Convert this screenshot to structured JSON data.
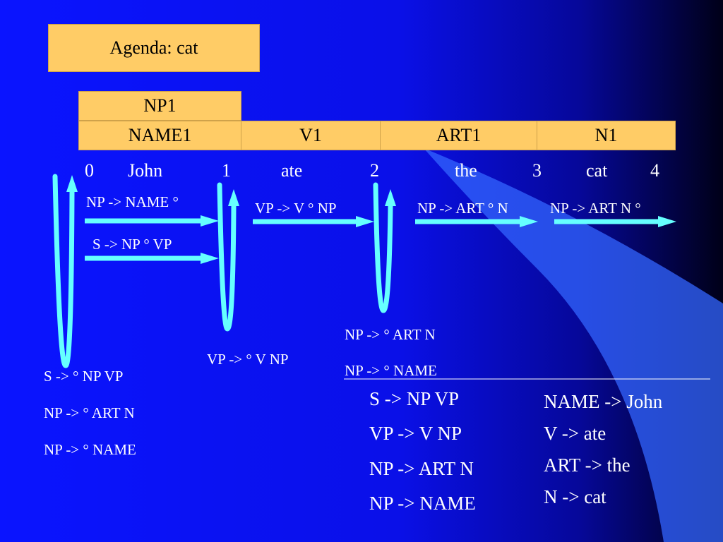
{
  "agenda": {
    "label": "Agenda: cat"
  },
  "chart": {
    "row_top": [
      "NP1"
    ],
    "row_bottom": [
      "NAME1",
      "V1",
      "ART1",
      "N1"
    ]
  },
  "positions": [
    "0",
    "1",
    "2",
    "3",
    "4"
  ],
  "words": [
    "John",
    "ate",
    "the",
    "cat"
  ],
  "arc_labels": {
    "np_name_done": "NP -> NAME °",
    "s_np_vp": "S -> NP ° VP",
    "vp_v_np": "VP -> V ° NP",
    "np_art_n": "NP -> ART ° N",
    "np_art_n_done": "NP -> ART N °"
  },
  "loop_labels": {
    "pos0": [
      "S -> ° NP VP",
      "NP -> ° ART N",
      "NP -> ° NAME"
    ],
    "pos1": [
      "VP -> ° V NP"
    ],
    "pos2": [
      "NP -> ° ART N",
      "NP -> ° NAME"
    ]
  },
  "grammar": [
    "S -> NP VP",
    "VP -> V NP",
    "NP -> ART N",
    "NP -> NAME"
  ],
  "lexicon": [
    "NAME -> John",
    "V -> ate",
    "ART -> the",
    "N -> cat"
  ],
  "colors": {
    "bg_left": "#0000ff",
    "bg_right": "#000033",
    "box": "#ffcc66",
    "arrow": "#66ffff"
  }
}
